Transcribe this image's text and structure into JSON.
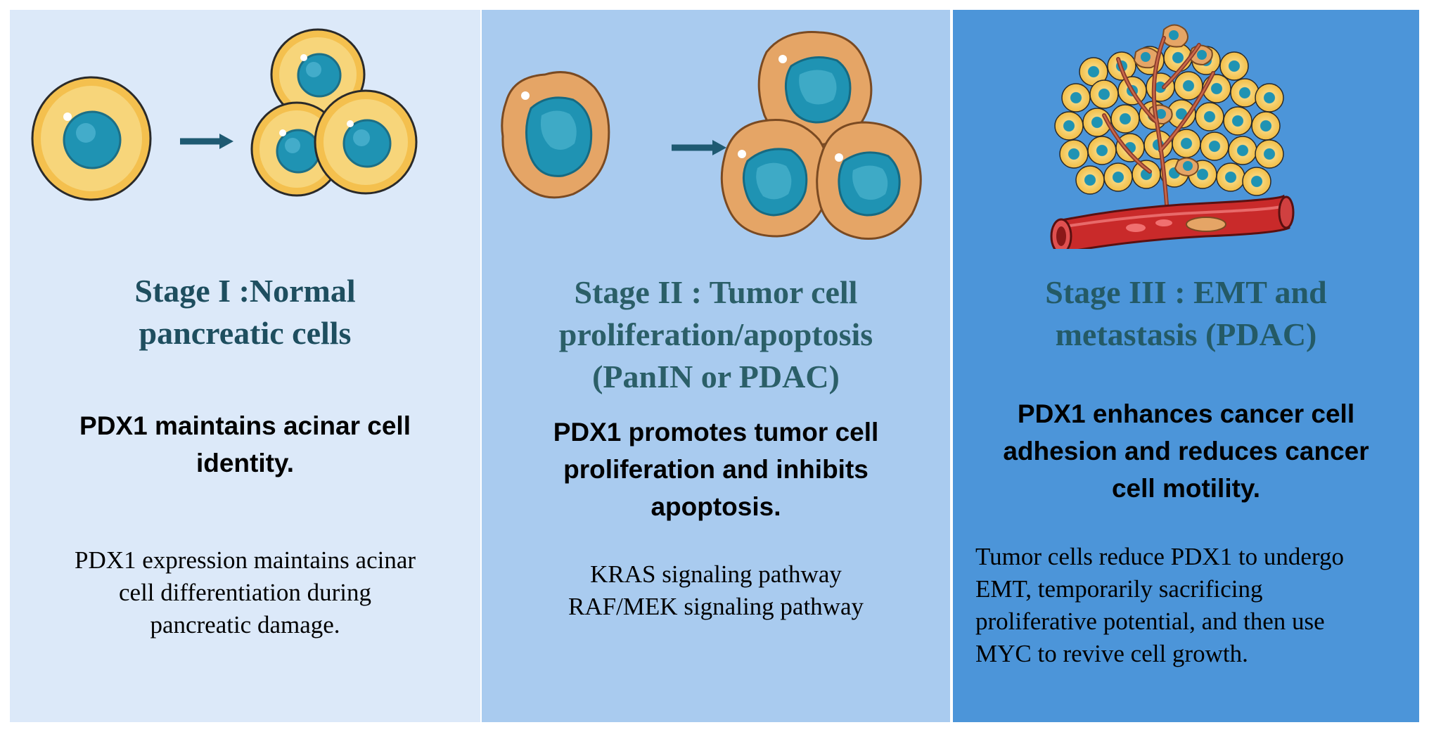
{
  "colors": {
    "panel1_bg": "#dce9f9",
    "panel2_bg": "#a9cbef",
    "panel3_bg": "#4c95d9",
    "title1": "#1e4e5f",
    "title2": "#2b5f68",
    "title3": "#245a66",
    "arrow": "#1f5a72",
    "normal_cell": "#f4c04e",
    "normal_cell_edge": "#2a2a2a",
    "tumor_cell": "#e5a566",
    "nucleus": "#1f93b3",
    "vessel": "#c92a2a"
  },
  "stages": [
    {
      "title": "Stage I :Normal\npancreatic cells",
      "summary": "PDX1 maintains acinar cell\nidentity.",
      "detail": "PDX1 expression maintains acinar\ncell differentiation during\npancreatic damage.",
      "illustration": "normal-cell-division-icon"
    },
    {
      "title": "Stage II : Tumor cell\nproliferation/apoptosis\n(PanIN or PDAC)",
      "summary": "PDX1 promotes tumor cell\nproliferation and inhibits\napoptosis.",
      "detail": "KRAS signaling pathway\nRAF/MEK signaling pathway",
      "illustration": "tumor-cell-proliferation-icon"
    },
    {
      "title": "Stage III : EMT and\nmetastasis (PDAC)",
      "summary": "PDX1 enhances cancer cell\nadhesion and reduces cancer\ncell motility.",
      "detail": "Tumor cells reduce PDX1 to undergo\nEMT, temporarily sacrificing\nproliferative potential, and then use\nMYC to revive cell growth.",
      "illustration": "tumor-mass-blood-vessel-icon"
    }
  ]
}
